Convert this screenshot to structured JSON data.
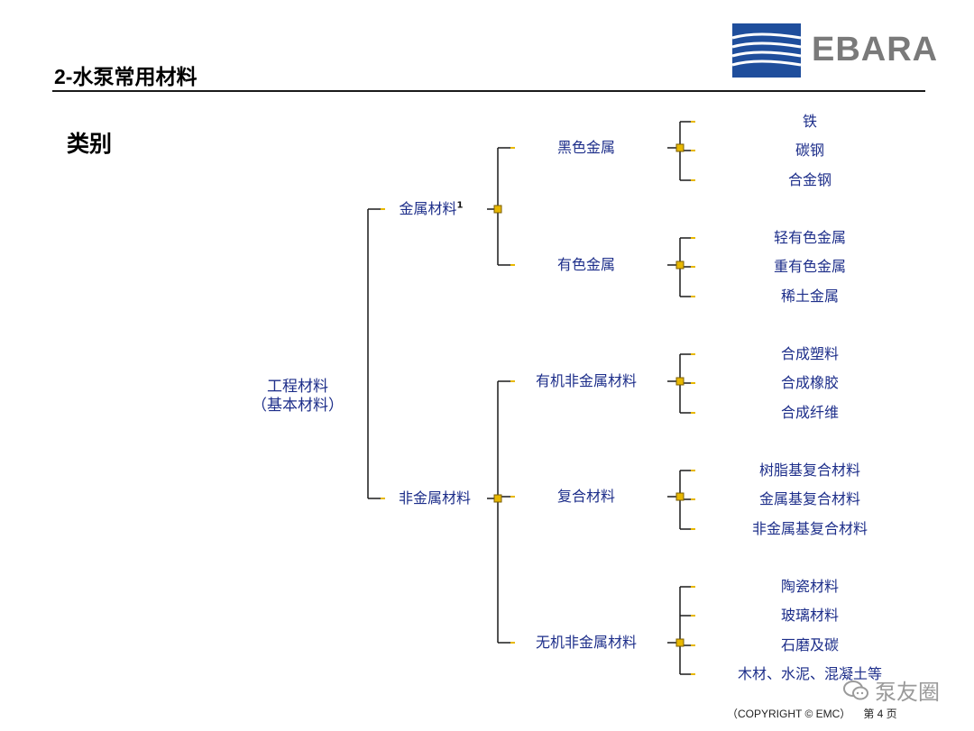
{
  "header": {
    "title": "2-水泵常用材料",
    "subtitle": "类别",
    "logo_text": "EBARA"
  },
  "tree": {
    "root": {
      "line1": "工程材料",
      "line2": "（基本材料）"
    },
    "level1": [
      {
        "label": "金属材料",
        "sup": "1"
      },
      {
        "label": "非金属材料"
      }
    ],
    "level2": [
      "黑色金属",
      "有色金属",
      "有机非金属材料",
      "复合材料",
      "无机非金属材料"
    ],
    "level3": [
      [
        "铁",
        "碳钢",
        "合金钢"
      ],
      [
        "轻有色金属",
        "重有色金属",
        "稀土金属"
      ],
      [
        "合成塑料",
        "合成橡胶",
        "合成纤维"
      ],
      [
        "树脂基复合材料",
        "金属基复合材料",
        "非金属基复合材料"
      ],
      [
        "陶瓷材料",
        "玻璃材料",
        "石磨及碳",
        "木材、水泥、混凝土等"
      ]
    ]
  },
  "footer": {
    "copyright": "（COPYRIGHT © EMC）",
    "page": "第 4 页"
  },
  "watermark": "泵友圈",
  "colors": {
    "node_text": "#1d2e8a",
    "connector": "#1a1a1a",
    "knob": "#e8b800",
    "logo_blue": "#1f4e9c",
    "logo_gray": "#7a7a7a"
  }
}
